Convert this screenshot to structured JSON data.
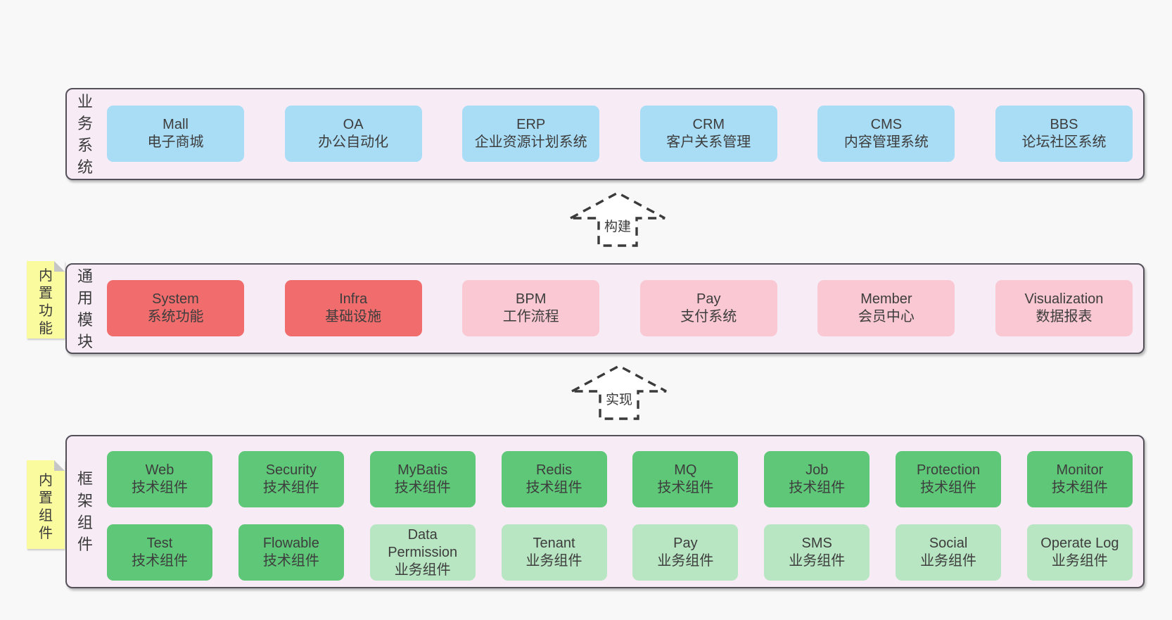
{
  "colors": {
    "page_bg": "#f8f8f8",
    "layer_bg": "#f7ecf5",
    "layer_border": "#53505a",
    "blue_box": "#a9dcf5",
    "red_box": "#f16c6c",
    "pink_box": "#f9c8d2",
    "green_box": "#5ec878",
    "green_light_box": "#b8e5c2",
    "note_yellow": "#fafa9e",
    "note_fold_gray": "#c6c6c6",
    "text": "#3d3d3d"
  },
  "arrows": [
    {
      "label": "构建"
    },
    {
      "label": "实现"
    }
  ],
  "layers": [
    {
      "label": "业务系统",
      "boxes": [
        {
          "name": "Mall",
          "desc": "电子商城",
          "variant": "blue"
        },
        {
          "name": "OA",
          "desc": "办公自动化",
          "variant": "blue"
        },
        {
          "name": "ERP",
          "desc": "企业资源计划系统",
          "variant": "blue"
        },
        {
          "name": "CRM",
          "desc": "客户关系管理",
          "variant": "blue"
        },
        {
          "name": "CMS",
          "desc": "内容管理系统",
          "variant": "blue"
        },
        {
          "name": "BBS",
          "desc": "论坛社区系统",
          "variant": "blue"
        }
      ]
    },
    {
      "label": "通用模块",
      "note": "内置功能",
      "boxes": [
        {
          "name": "System",
          "desc": "系统功能",
          "variant": "red"
        },
        {
          "name": "Infra",
          "desc": "基础设施",
          "variant": "red"
        },
        {
          "name": "BPM",
          "desc": "工作流程",
          "variant": "pink"
        },
        {
          "name": "Pay",
          "desc": "支付系统",
          "variant": "pink"
        },
        {
          "name": "Member",
          "desc": "会员中心",
          "variant": "pink"
        },
        {
          "name": "Visualization",
          "desc": "数据报表",
          "variant": "pink"
        }
      ]
    },
    {
      "label": "框架组件",
      "note": "内置组件",
      "rows": [
        [
          {
            "name": "Web",
            "desc": "技术组件",
            "variant": "green"
          },
          {
            "name": "Security",
            "desc": "技术组件",
            "variant": "green"
          },
          {
            "name": "MyBatis",
            "desc": "技术组件",
            "variant": "green"
          },
          {
            "name": "Redis",
            "desc": "技术组件",
            "variant": "green"
          },
          {
            "name": "MQ",
            "desc": "技术组件",
            "variant": "green"
          },
          {
            "name": "Job",
            "desc": "技术组件",
            "variant": "green"
          },
          {
            "name": "Protection",
            "desc": "技术组件",
            "variant": "green"
          },
          {
            "name": "Monitor",
            "desc": "技术组件",
            "variant": "green"
          }
        ],
        [
          {
            "name": "Test",
            "desc": "技术组件",
            "variant": "green"
          },
          {
            "name": "Flowable",
            "desc": "技术组件",
            "variant": "green"
          },
          {
            "name": "Data Permission",
            "desc": "业务组件",
            "variant": "green-light"
          },
          {
            "name": "Tenant",
            "desc": "业务组件",
            "variant": "green-light"
          },
          {
            "name": "Pay",
            "desc": "业务组件",
            "variant": "green-light"
          },
          {
            "name": "SMS",
            "desc": "业务组件",
            "variant": "green-light"
          },
          {
            "name": "Social",
            "desc": "业务组件",
            "variant": "green-light"
          },
          {
            "name": "Operate Log",
            "desc": "业务组件",
            "variant": "green-light"
          }
        ]
      ]
    }
  ]
}
